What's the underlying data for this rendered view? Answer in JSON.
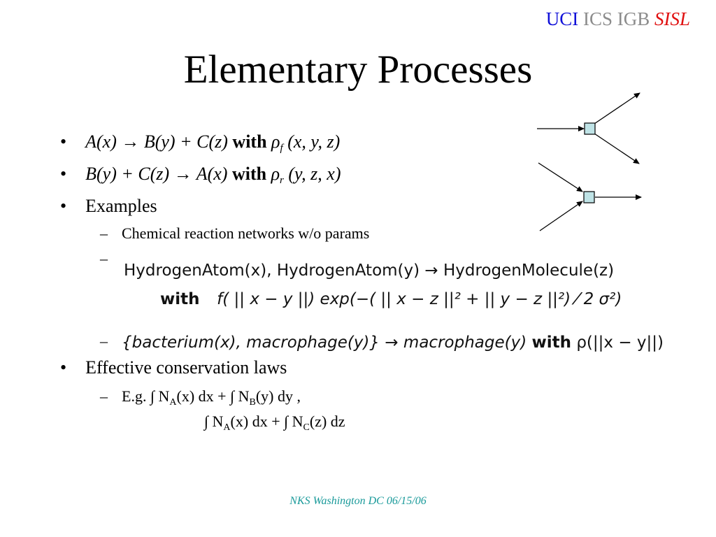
{
  "logo": {
    "uci": "UCI",
    "mid": "ICS IGB",
    "sisl": "SISL"
  },
  "title": "Elementary Processes",
  "bullets": {
    "b1": {
      "lhs": "A(x) → B(y) + C(z)",
      "with": "with",
      "rho": "ρ",
      "sub": "f",
      "args": " (x, y, z)"
    },
    "b2": {
      "lhs": "B(y) + C(z) → A(x)",
      "with": "with",
      "rho": "ρ",
      "sub": "r",
      "args": " (y, z, x)"
    },
    "b3": "Examples",
    "b3_items": {
      "item1": "Chemical reaction networks w/o params",
      "item2_eq_line1": "HydrogenAtom(x), HydrogenAtom(y) → HydrogenMolecule(z)",
      "item2_eq_with": "with",
      "item2_eq_line2": "f( || x − y ||) exp(−( || x − z ||² + || y − z ||²) ⁄ 2 σ²)",
      "item3_eq_lhs": "{bacterium(x),  macrophage(y)} → macrophage(y)",
      "item3_eq_with": "with",
      "item3_eq_rhs": "ρ(||x − y||)"
    },
    "b4": "Effective conservation laws",
    "b4_item": {
      "eg": "E.g.",
      "int": "∫",
      "N": "N",
      "subA": "A",
      "subB": "B",
      "subC": "C",
      "ax": "(x) dx + ",
      "by": "(y) dy ,",
      "ax2": "(x) dx + ",
      "cz": "(z) dz"
    }
  },
  "dash": "–",
  "bullet_char": "•",
  "footer": "NKS Washington DC 06/15/06",
  "colors": {
    "logo_blue": "#1010d8",
    "logo_gray": "#8c8c8c",
    "logo_red": "#e01010",
    "footer": "#1a9a9a",
    "node_fill": "#bfe3e6"
  }
}
